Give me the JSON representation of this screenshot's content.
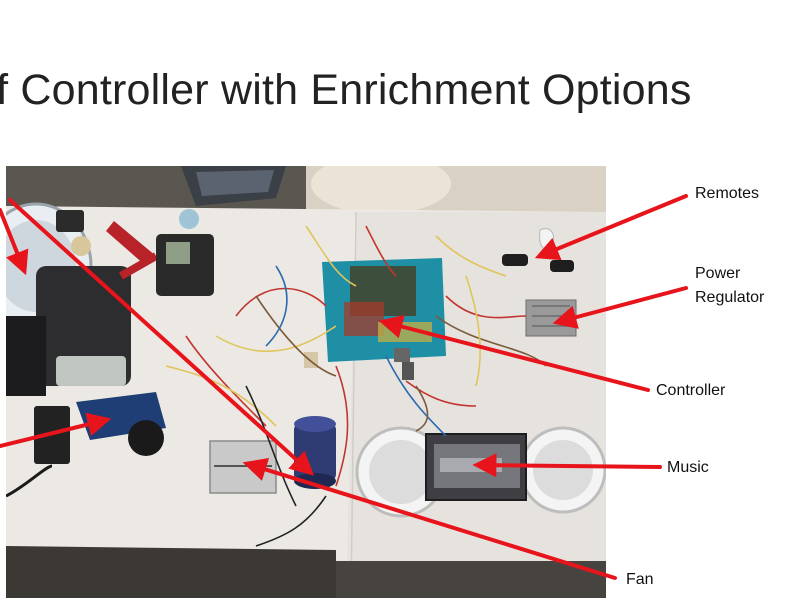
{
  "slide": {
    "title": "of Controller with Enrichment Options"
  },
  "labels": {
    "remotes": "Remotes",
    "power_regulator_line1": "Power",
    "power_regulator_line2": "Regulator",
    "controller": "Controller",
    "music": "Music",
    "fan": "Fan"
  },
  "colors": {
    "arrow": "#e8141c",
    "table": "#ece9e4",
    "board": "#1f8fa6"
  }
}
